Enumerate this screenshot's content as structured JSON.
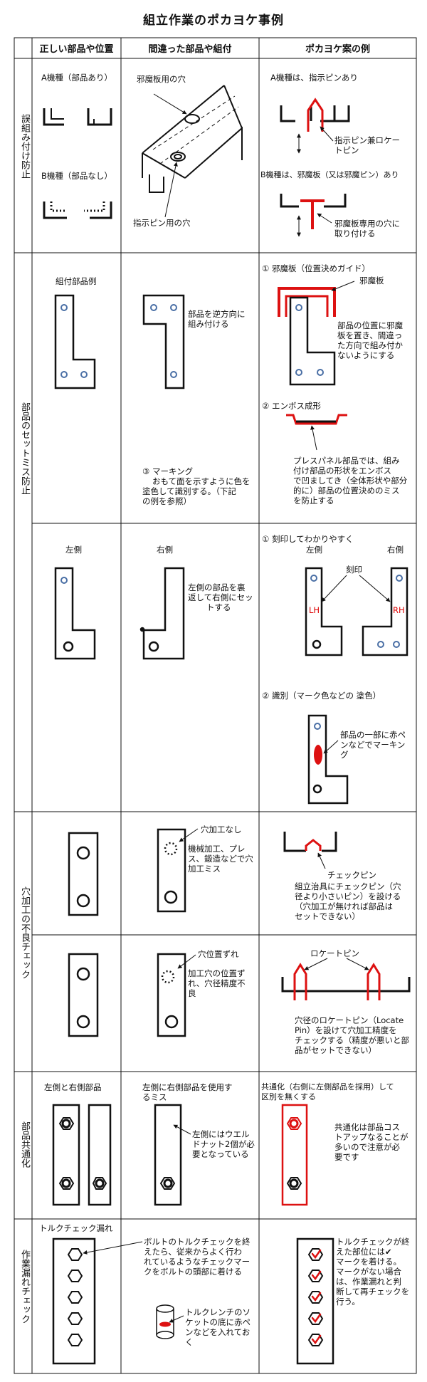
{
  "title": "組立作業のポカヨケ事例",
  "headers": {
    "correct": "正しい部品や位置",
    "wrong": "間違った部品や組付",
    "example": "ポカヨケ案の例"
  },
  "side_labels": {
    "misassembly": "誤組み付け防止",
    "set_mistake": "部品のセットミス防止",
    "hole": "穴加工の不良チェック",
    "common": "部品共通化",
    "omission": "作業漏れチェック"
  },
  "sec1": {
    "a_model": "A機種（部品あり）",
    "b_model": "B機種（部品なし）",
    "jama_hole": "邪魔板用の穴",
    "pin_hole": "指示ピン用の穴",
    "a_note": "A機種は、指示ピンあり",
    "pin_label_1": "指示ピン兼ロケー",
    "pin_label_2": "トピン",
    "b_note": "B機種は、邪魔板（又は邪魔ピン）あり",
    "jama_only_1": "邪魔板専用の穴に",
    "jama_only_2": "取り付ける"
  },
  "sec2": {
    "example_part": "組付部品例",
    "reverse_1": "部品を逆方向に",
    "reverse_2": "組み付ける",
    "marking_1": "③ マーキング",
    "marking_2": "おもて面を示すように色を",
    "marking_3": "塗色して識別する。（下記",
    "marking_4": "の例を参照）",
    "guide_title": "① 邪魔板（位置決めガイド）",
    "guide_label": "邪魔板",
    "guide_1": "部品の位置に邪魔",
    "guide_2": "板を置き、間違っ",
    "guide_3": "た方向で組み付か",
    "guide_4": "ないようにする",
    "emboss_title": "② エンボス成形",
    "emboss_1": "プレスパネル部品では、組み",
    "emboss_2": "付け部品の形状をエンボス",
    "emboss_3": "で凹ましてき（全体形状や部分",
    "emboss_4": "的に）部品の位置決めのミス",
    "emboss_5": "を防止する"
  },
  "sec3": {
    "left": "左側",
    "right": "右側",
    "flip_1": "左側の部品を裏",
    "flip_2": "返して右側にセッ",
    "flip_3": "トする",
    "stamp_title": "① 刻印してわかりやすく",
    "left2": "左側",
    "right2": "右側",
    "stamp": "刻印",
    "lh": "LH",
    "rh": "RH",
    "ident_title": "② 識別（マーク色などの 塗色）",
    "ident_1": "部品の一部に赤ペ",
    "ident_2": "ンなどでマーキン",
    "ident_3": "グ"
  },
  "sec4": {
    "no_hole": "穴加工なし",
    "no_hole_1": "機械加工、プレ",
    "no_hole_2": "ス、鍛造などで穴",
    "no_hole_3": "加工ミス",
    "check_pin": "チェックピン",
    "check_1": "組立治具にチェックピン（穴",
    "check_2": "径より小さいピン）を設ける",
    "check_3": "（穴加工が無ければ部品は",
    "check_4": "セットできない）",
    "offset": "穴位置ずれ",
    "offset_1": "加工穴の位置ず",
    "offset_2": "れ、穴径精度不",
    "offset_3": "良",
    "locate_pin": "ロケートピン",
    "locate_1": "穴径のロケートピン（Locate",
    "locate_2": "Pin）を設けて穴加工精度を",
    "locate_3": "チェックする（精度が悪いと部",
    "locate_4": "品がセットできない）"
  },
  "sec5": {
    "lr_parts": "左側と右側部品",
    "wrong_1": "左側に右側部品を使用す",
    "wrong_2": "るミス",
    "nut_1": "左側にはウエル",
    "nut_2": "ドナット2個が必",
    "nut_3": "要となっている",
    "common_1": "共通化（右側に左側部品を採用）して",
    "common_2": "区別を無くする",
    "cost_1": "共通化は部品コス",
    "cost_2": "トアップなることが",
    "cost_3": "多いので注意が必",
    "cost_4": "要です"
  },
  "sec6": {
    "torque_miss": "トルクチェック漏れ",
    "mark_1": "ボルトのトルクチェックを終",
    "mark_2": "えたら、従来からよく行わ",
    "mark_3": "れているようなチェックマー",
    "mark_4": "クをボルトの頭部に着ける",
    "wrench_1": "トルクレンチのソ",
    "wrench_2": "ケットの底に赤ペ",
    "wrench_3": "ンなどを入れてお",
    "wrench_4": "く",
    "done_1": "トルクチェックが終",
    "done_2": "えた部位には✔",
    "done_3": "マークを着ける。",
    "done_4": "マークがない場合",
    "done_5": "は、作業漏れと判",
    "done_6": "断して再チェックを",
    "done_7": "行う。"
  },
  "colors": {
    "accent": "#dd1111",
    "hole": "#4a6fa5",
    "line": "#111111"
  }
}
